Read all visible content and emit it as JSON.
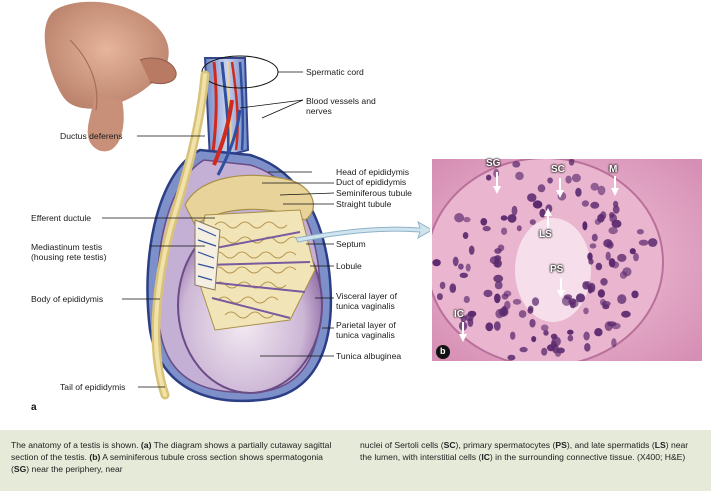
{
  "labels": {
    "spermatic_cord": "Spermatic cord",
    "blood_vessels": "Blood vessels and nerves",
    "ductus_deferens": "Ductus deferens",
    "head_epididymis": "Head of epididymis",
    "duct_epididymis": "Duct of epididymis",
    "seminiferous_tubule": "Seminiferous tubule",
    "straight_tubule": "Straight tubule",
    "efferent_ductule": "Efferent ductule",
    "mediastinum": "Mediastinum testis (housing rete testis)",
    "septum": "Septum",
    "lobule": "Lobule",
    "body_epididymis": "Body of epididymis",
    "visceral_layer": "Visceral layer of tunica vaginalis",
    "parietal_layer": "Parietal layer of tunica vaginalis",
    "tunica_albuginea": "Tunica albuginea",
    "tail_epididymis": "Tail of epididymis"
  },
  "panel_a": "a",
  "panel_b": "b",
  "micrograph_labels": {
    "sg": "SG",
    "sc": "SC",
    "m": "M",
    "ls": "LS",
    "ps": "PS",
    "ic": "IC"
  },
  "colors": {
    "caption_bg": "#e6ead9",
    "stain_pink": "#d98bb6",
    "nucleus_purple": "#5b2a6e",
    "artery_red": "#d02a1e",
    "vein_blue": "#2f4fa0",
    "tubule_tan": "#e8d49a"
  },
  "caption": {
    "col1_prefix": "The anatomy of a testis is shown. ",
    "col1_a": "(a)",
    "col1_mid": " The diagram shows a partially cutaway sagittal section of the testis. ",
    "col1_b": "(b)",
    "col1_mid2": " A seminiferous tubule cross section shows spermatogonia (",
    "col1_sg": "SG",
    "col1_end": ") near the periphery, near",
    "col2_p1": "nuclei of Sertoli cells (",
    "col2_sc": "SC",
    "col2_p2": "), primary spermatocytes (",
    "col2_ps": "PS",
    "col2_p3": "), and late spermatids (",
    "col2_ls": "LS",
    "col2_p4": ") near the lumen, with interstitial cells (",
    "col2_ic": "IC",
    "col2_p5": ") in the surrounding connective tissue. (X400; H&E)"
  }
}
